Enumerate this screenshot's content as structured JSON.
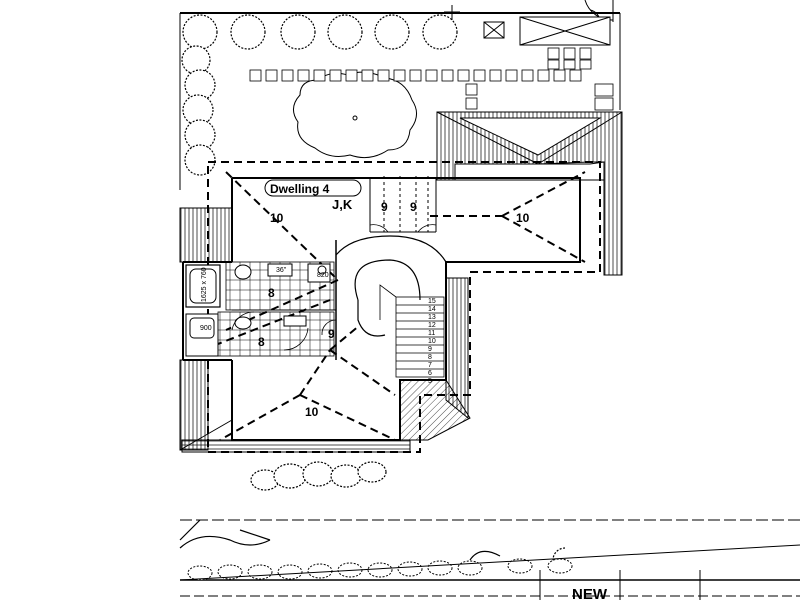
{
  "plan": {
    "dwelling_label": "Dwelling 4",
    "room_code": "J,K",
    "street_label": "NEW",
    "bath_label": "1625 x 760",
    "vanity_label": "900",
    "fridge_label": "820",
    "cabinet_label": "36\"",
    "rooms": [
      {
        "label": "10"
      },
      {
        "label": "9"
      },
      {
        "label": "9"
      },
      {
        "label": "10"
      },
      {
        "label": "8"
      },
      {
        "label": "8"
      },
      {
        "label": "9"
      },
      {
        "label": "10"
      }
    ],
    "stair_steps": [
      "15",
      "14",
      "13",
      "12",
      "11",
      "10",
      "9",
      "8",
      "7",
      "6",
      "5"
    ]
  }
}
